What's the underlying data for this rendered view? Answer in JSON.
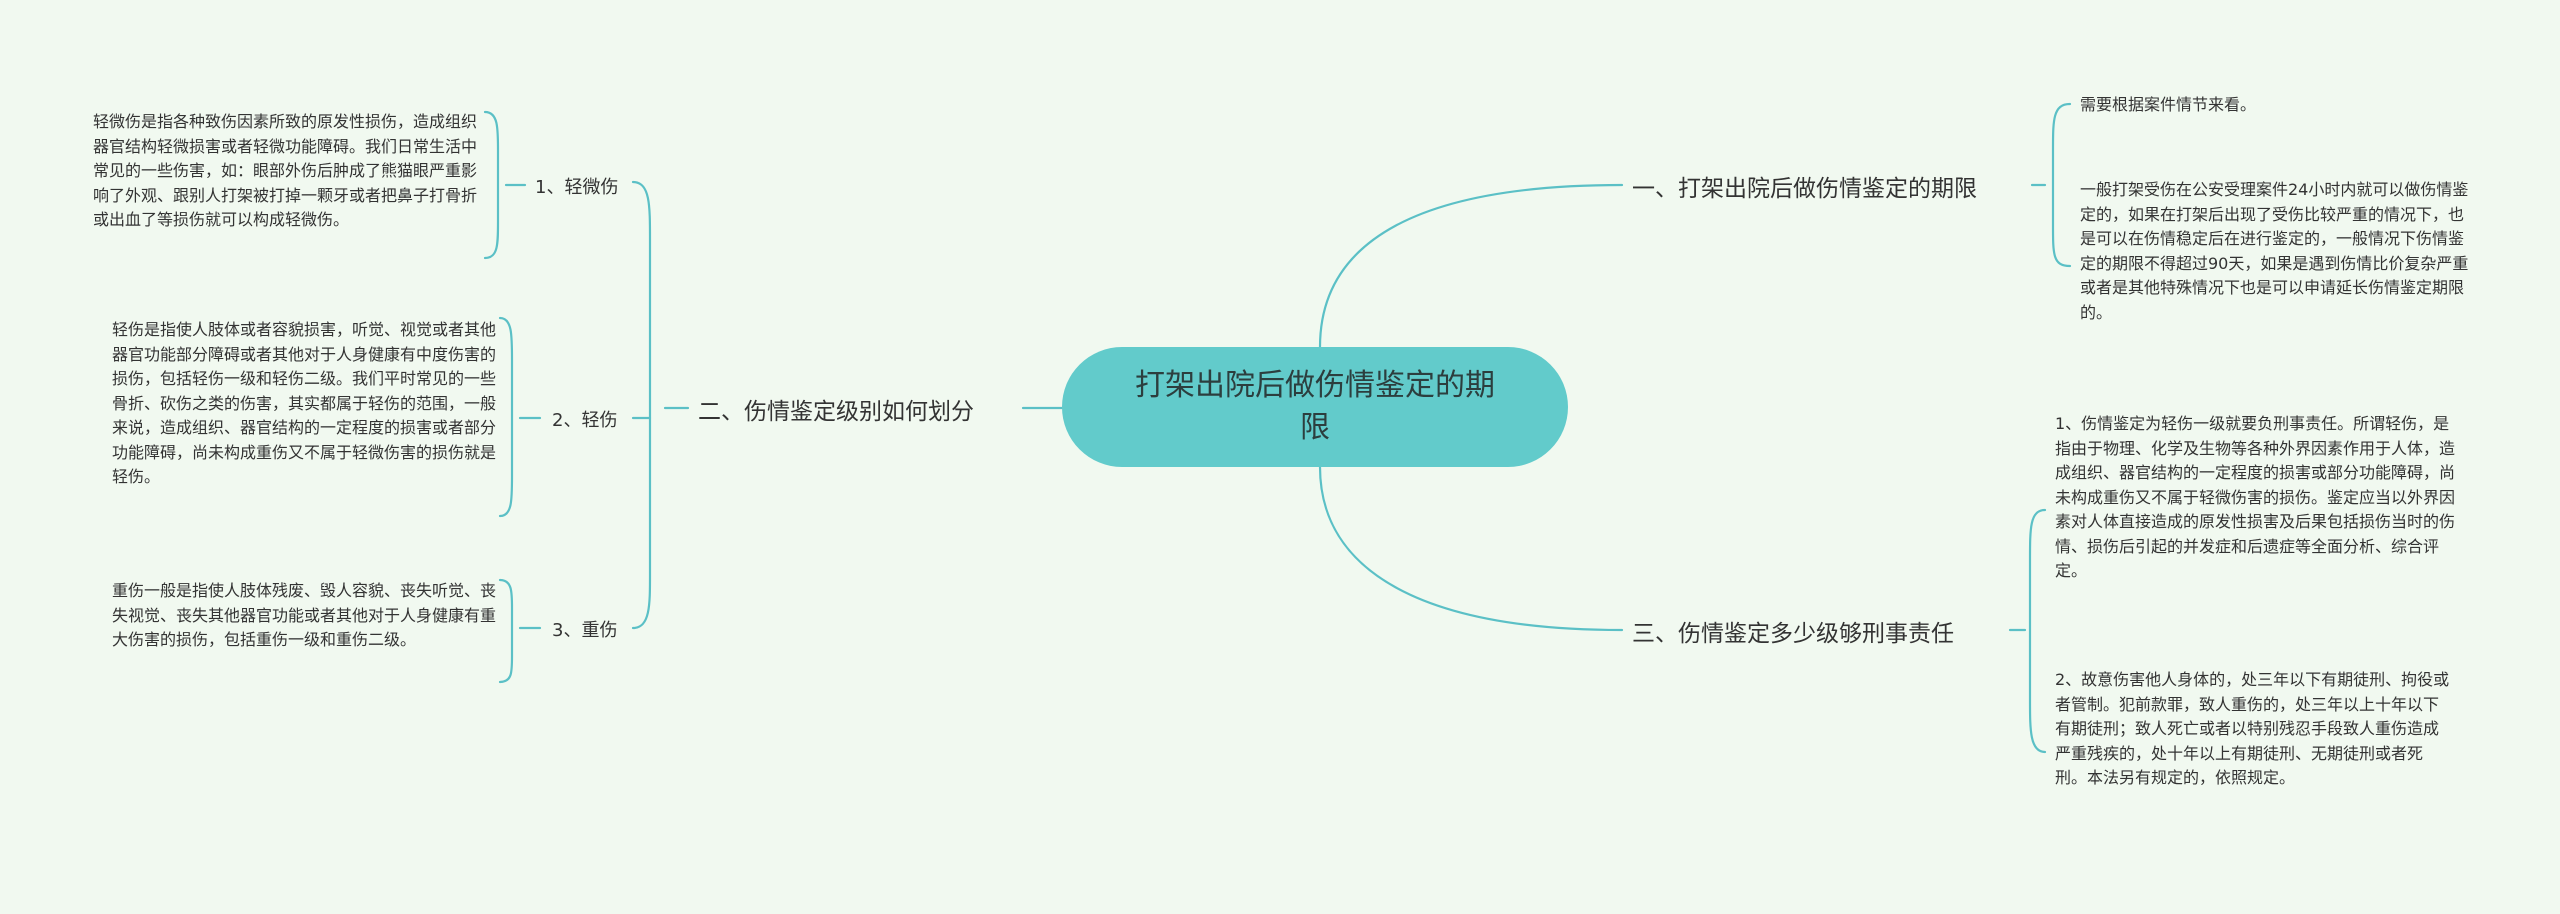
{
  "root": {
    "title": "打架出院后做伤情鉴定的期限"
  },
  "branches": {
    "b1": {
      "title": "一、打架出院后做伤情鉴定的期限",
      "leaves": [
        "需要根据案件情节来看。",
        "一般打架受伤在公安受理案件24小时内就可以做伤情鉴定的，如果在打架后出现了受伤比较严重的情况下，也是可以在伤情稳定后在进行鉴定的，一般情况下伤情鉴定的期限不得超过90天，如果是遇到伤情比价复杂严重或者是其他特殊情况下也是可以申请延长伤情鉴定期限的。"
      ]
    },
    "b2": {
      "title": "二、伤情鉴定级别如何划分",
      "subs": [
        {
          "label": "1、轻微伤",
          "leaf": "轻微伤是指各种致伤因素所致的原发性损伤，造成组织器官结构轻微损害或者轻微功能障碍。我们日常生活中常见的一些伤害，如：眼部外伤后肿成了熊猫眼严重影响了外观、跟别人打架被打掉一颗牙或者把鼻子打骨折或出血了等损伤就可以构成轻微伤。"
        },
        {
          "label": "2、轻伤",
          "leaf": "轻伤是指使人肢体或者容貌损害，听觉、视觉或者其他器官功能部分障碍或者其他对于人身健康有中度伤害的损伤，包括轻伤一级和轻伤二级。我们平时常见的一些骨折、砍伤之类的伤害，其实都属于轻伤的范围，一般来说，造成组织、器官结构的一定程度的损害或者部分功能障碍，尚未构成重伤又不属于轻微伤害的损伤就是轻伤。"
        },
        {
          "label": "3、重伤",
          "leaf": "重伤一般是指使人肢体残废、毁人容貌、丧失听觉、丧失视觉、丧失其他器官功能或者其他对于人身健康有重大伤害的损伤，包括重伤一级和重伤二级。"
        }
      ]
    },
    "b3": {
      "title": "三、伤情鉴定多少级够刑事责任",
      "leaves": [
        "1、伤情鉴定为轻伤一级就要负刑事责任。所谓轻伤，是指由于物理、化学及生物等各种外界因素作用于人体，造成组织、器官结构的一定程度的损害或部分功能障碍，尚未构成重伤又不属于轻微伤害的损伤。鉴定应当以外界因素对人体直接造成的原发性损害及后果包括损伤当时的伤情、损伤后引起的并发症和后遗症等全面分析、综合评定。",
        "2、故意伤害他人身体的，处三年以下有期徒刑、拘役或者管制。犯前款罪，致人重伤的，处三年以上十年以下有期徒刑；致人死亡或者以特别残忍手段致人重伤造成严重残疾的，处十年以上有期徒刑、无期徒刑或者死刑。本法另有规定的，依照规定。"
      ]
    }
  },
  "colors": {
    "line": "#5bc0c6",
    "root_fill": "#62cbcb",
    "background": "#f1f9f0"
  }
}
